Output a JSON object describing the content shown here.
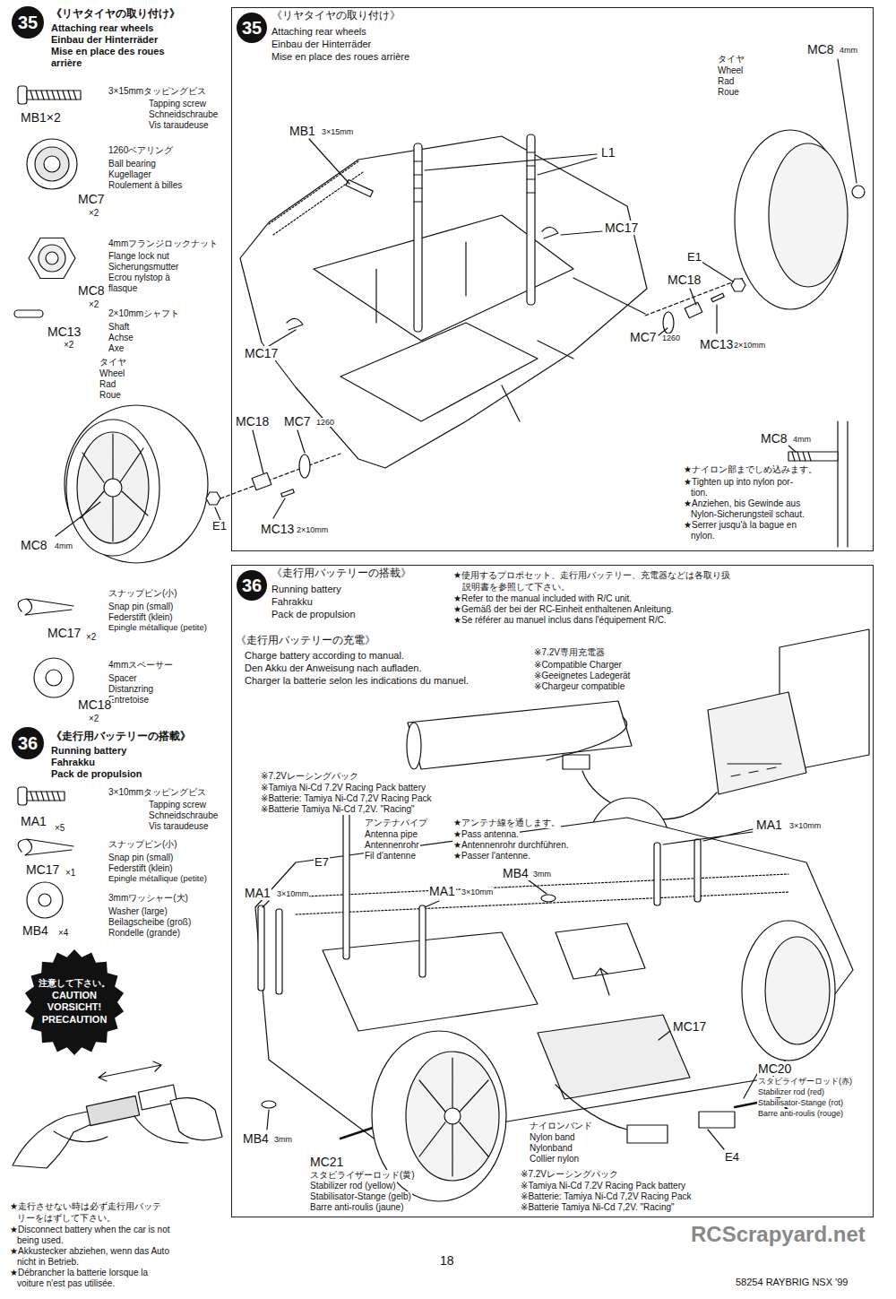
{
  "diagram": {
    "nodes": [
      {
        "text": [
          "35"
        ]
      },
      {
        "text": [
          "《リヤタイヤの取り付け》",
          "Attaching rear wheels",
          "Einbau der Hinterräder",
          "Mise en place des roues arrière"
        ]
      },
      {
        "text": [
          "35"
        ],
        "in": 1
      },
      {
        "text": [
          "36"
        ]
      },
      {
        "text": [
          "注意して下さい。",
          "CAUTION",
          "VORSICHT!",
          "PRECAUTION"
        ]
      },
      {
        "text": [
          "《走行用バッテリーの搭載》",
          "Running battery",
          "Fahrakku",
          "Pack de propulsion"
        ]
      },
      {
        "text": [
          "36"
        ],
        "in": 5
      }
    ],
    "labels": [
      "《リヤタイヤの取り付け》",
      "Attaching rear wheels",
      "Einbau der Hinterräder",
      "Mise en place des roues",
      "arrière",
      "3×15mmタッピングビス",
      "Tapping screw",
      "Schneidschraube",
      "Vis taraudeuse",
      "MB1×2",
      "1260ベアリング",
      "Ball bearing",
      "Kugellager",
      "Roulement à billes",
      "MC7",
      "×2",
      "4mmフランジロックナット",
      "Flange lock nut",
      "Sicherungsmutter",
      "Ecrou nylstop à",
      "flasque",
      "MC8",
      "×2",
      "2×10mmシャフト",
      "Shaft",
      "Achse",
      "Axe",
      "MC13",
      "×2",
      "タイヤ",
      "Wheel",
      "Rad",
      "Roue",
      "MC8",
      "4mm",
      "E1",
      "MC13",
      "2×10mm",
      "スナップピン(小)",
      "Snap pin (small)",
      "Federstift (klein)",
      "Epingle métallique (petite)",
      "MC17",
      "×2",
      "4mmスペーサー",
      "Spacer",
      "Distanzring",
      "Entretoise",
      "MC18",
      "×2",
      "《走行用バッテリーの搭載》",
      "Running battery",
      "Fahrakku",
      "Pack de propulsion",
      "3×10mmタッピングビス",
      "Tapping screw",
      "Schneidschraube",
      "Vis taraudeuse",
      "MA1",
      "×5",
      "スナップピン(小)",
      "Snap pin (small)",
      "Federstift (klein)",
      "Epingle métallique (petite)",
      "MC17",
      "×1",
      "3mmワッシャー(大)",
      "Washer (large)",
      "Beilagscheibe (groß)",
      "Rondelle (grande)",
      "MB4",
      "×4",
      "★走行させない時は必ず走行用バッテ",
      "リーをはずして下さい。",
      "★Disconnect battery when the car is not",
      "being used.",
      "★Akkustecker abziehen, wenn das Auto",
      "nicht in Betrieb.",
      "★Débrancher la batterie lorsque la",
      "voiture n'est pas utilisée.",
      "MB1",
      "3×15mm",
      "L1",
      "MC17",
      "MC17",
      "タイヤ",
      "Wheel",
      "Rad",
      "Roue",
      "MC8",
      "4mm",
      "E1",
      "MC18",
      "MC7",
      "1260",
      "MC13",
      "2×10mm",
      "MC18",
      "MC7",
      "1260",
      "MC8",
      "4mm",
      "★ナイロン部までしめ込みます。",
      "★Tighten up into nylon por-",
      "tion.",
      "★Anziehen, bis Gewinde aus",
      "Nylon-Sicherungsteil schaut.",
      "★Serrer jusqu'à la bague en",
      "nylon.",
      "《走行用バッテリーの充電》",
      "Charge battery according to manual.",
      "Den Akku der Anweisung nach aufladen.",
      "Charger la batterie selon les indications du manuel.",
      "★使用するプロポセット、走行用バッテリー、充電器などは各取り扱",
      "説明書を参照して下さい。",
      "★Refer to the manual included with R/C unit.",
      "★Gemäß der bei der RC-Einheit enthaltenen Anleitung.",
      "★Se référer au manuel inclus dans l'équipement R/C.",
      "※7.2V専用充電器",
      "※Compatible Charger",
      "※Geeignetes Ladegerät",
      "※Chargeur compatible",
      "※7.2Vレーシングパック",
      "※Tamiya Ni-Cd 7.2V Racing Pack battery",
      "※Batterie: Tamiya Ni-Cd 7,2V Racing Pack",
      "※Batterie Tamiya Ni-Cd 7,2V. \"Racing\"",
      "アンテナパイプ",
      "Antenna pipe",
      "Antennenrohr",
      "Fil d'antenne",
      "★アンテナ線を通します。",
      "★Pass antenna.",
      "★Antennenrohr durchführen.",
      "★Passer l'antenne.",
      "MA1",
      "3×10mm",
      "MB4",
      "3mm",
      "E7",
      "MA1",
      "3×10mm",
      "MA1",
      "3×10mm",
      "MC17",
      "MC20",
      "スタビライザーロッド(赤)",
      "Stabilizer rod (red)",
      "Stabilisator-Stange (rot)",
      "Barre anti-roulis (rouge)",
      "ナイロンバンド",
      "Nylon band",
      "Nylonband",
      "Collier nylon",
      "E4",
      "MB4",
      "3mm",
      "MC21",
      "スタビライザーロッド(黄)",
      "Stabilizer rod (yellow)",
      "Stabilisator-Stange (gelb)",
      "Barre anti-roulis (jaune)",
      "※7.2Vレーシングパック",
      "※Tamiya Ni-Cd 7.2V Racing Pack battery",
      "※Batterie: Tamiya Ni-Cd 7,2V Racing Pack",
      "※Batterie Tamiya Ni-Cd 7,2V. \"Racing\"",
      "RCScrapyard.net",
      "18",
      "58254 RAYBRIG NSX '99"
    ]
  }
}
